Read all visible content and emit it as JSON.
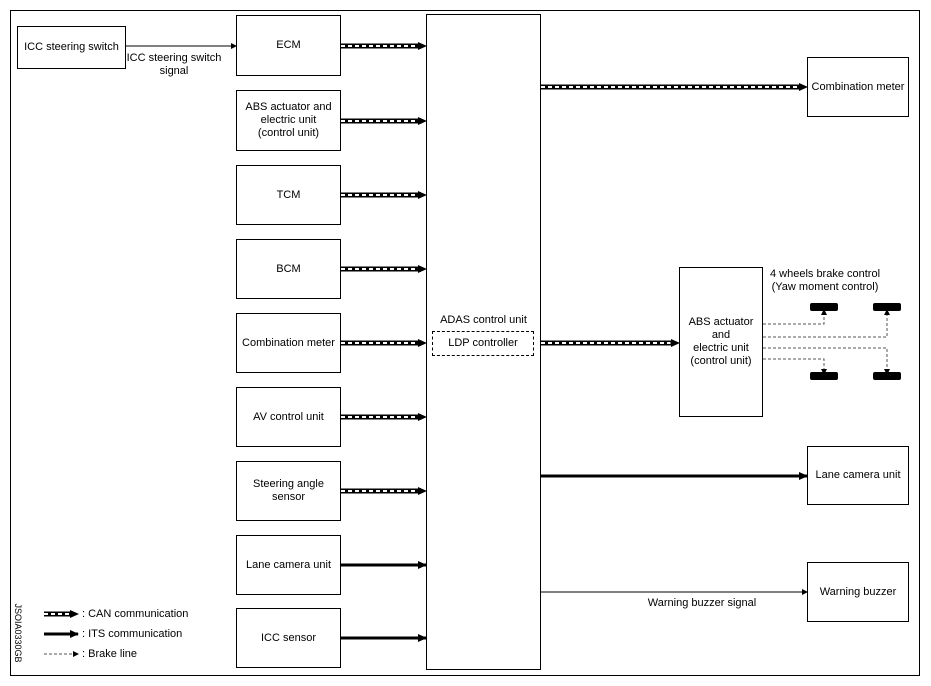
{
  "diagram": {
    "inputs": {
      "icc_switch": "ICC steering switch",
      "ecm": "ECM",
      "abs_in": "ABS actuator and\nelectric unit\n(control unit)",
      "tcm": "TCM",
      "bcm": "BCM",
      "combo_in": "Combination meter",
      "av": "AV control unit",
      "steering": "Steering angle\nsensor",
      "lane_in": "Lane camera unit",
      "icc_sensor": "ICC sensor"
    },
    "center": {
      "title": "ADAS control unit",
      "sub": "LDP controller"
    },
    "outputs": {
      "combo_out": "Combination meter",
      "abs_out": "ABS actuator\nand\nelectric unit\n(control unit)",
      "lane_out": "Lane camera unit",
      "buzzer": "Warning buzzer"
    },
    "signals": {
      "icc_switch_signal": "ICC steering switch\nsignal",
      "buzzer_signal": "Warning buzzer signal",
      "brake_control": "4 wheels brake control\n(Yaw moment control)"
    },
    "legend": {
      "can": ": CAN communication",
      "its": ": ITS communication",
      "brake": ": Brake line"
    },
    "figure_id": "JSOIA0330GB"
  }
}
